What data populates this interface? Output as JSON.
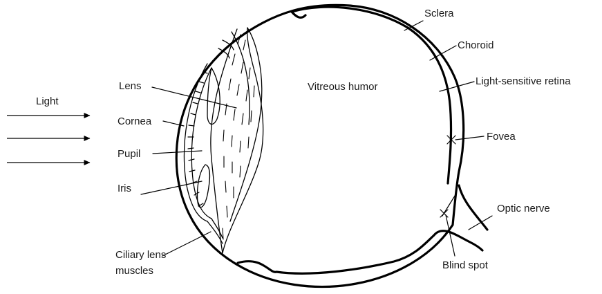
{
  "diagram": {
    "labels": {
      "light": "Light",
      "lens": "Lens",
      "cornea": "Cornea",
      "pupil": "Pupil",
      "iris": "Iris",
      "ciliary_line1": "Ciliary lens",
      "ciliary_line2": "muscles",
      "vitreous": "Vitreous humor",
      "sclera": "Sclera",
      "choroid": "Choroid",
      "retina": "Light-sensitive retina",
      "fovea": "Fovea",
      "optic_nerve": "Optic nerve",
      "blind_spot": "Blind spot"
    }
  }
}
